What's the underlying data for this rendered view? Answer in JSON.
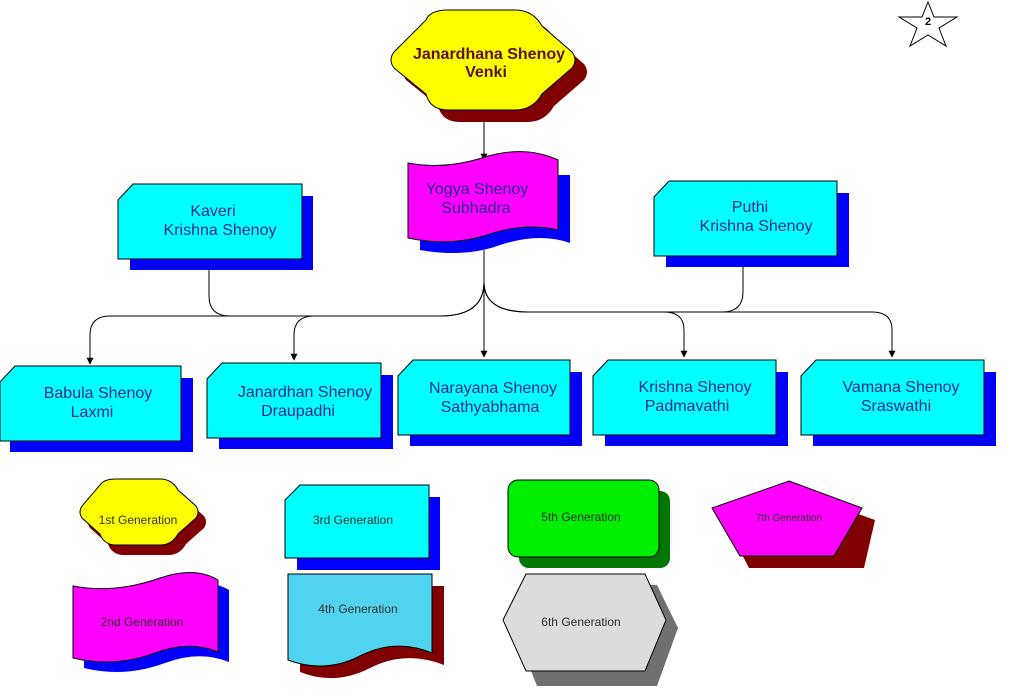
{
  "page_number": "2",
  "colors": {
    "gen1": "#ffff00",
    "gen1_shadow": "#800000",
    "gen2": "#ff00ff",
    "gen2_shadow": "#0000ff",
    "gen3": "#00ffff",
    "gen3_shadow": "#0000ff",
    "gen4": "#4fd3ee",
    "gen4_shadow": "#800000",
    "gen5": "#00ee00",
    "gen5_shadow": "#007700",
    "gen6": "#dcdcdc",
    "gen6_shadow": "#707070",
    "gen7": "#ff00ff",
    "gen7_shadow": "#800000",
    "connector": "#000000"
  },
  "root": {
    "line1": "Janardhana Shenoy",
    "line2": "Venki"
  },
  "second": {
    "line1": "Yogya Shenoy",
    "line2": "Subhadra"
  },
  "side_left": {
    "line1": "Kaveri",
    "line2": "Krishna Shenoy"
  },
  "side_right": {
    "line1": "Puthi",
    "line2": "Krishna Shenoy"
  },
  "children": [
    {
      "line1": "Babula Shenoy",
      "line2": "Laxmi"
    },
    {
      "line1": "Janardhan Shenoy",
      "line2": "Draupadhi"
    },
    {
      "line1": "Narayana Shenoy",
      "line2": "Sathyabhama"
    },
    {
      "line1": "Krishna Shenoy",
      "line2": "Padmavathi"
    },
    {
      "line1": "Vamana Shenoy",
      "line2": "Sraswathi"
    }
  ],
  "legend": {
    "gen1": "1st Generation",
    "gen2": "2nd Generation",
    "gen3": "3rd Generation",
    "gen4": "4th Generation",
    "gen5": "5th Generation",
    "gen6": "6th Generation",
    "gen7": "7th Generation"
  }
}
